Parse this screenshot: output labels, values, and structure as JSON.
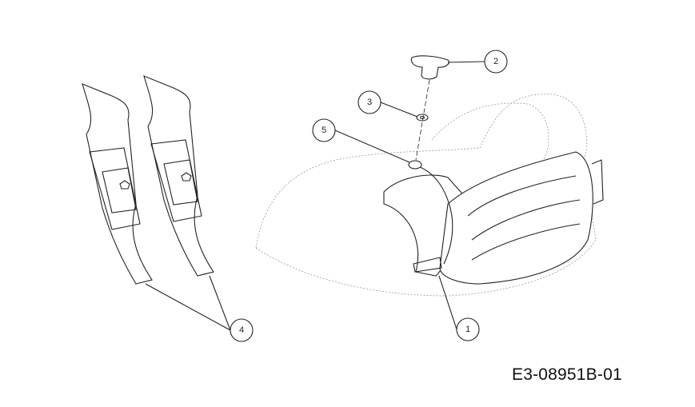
{
  "diagram": {
    "drawing_number": "E3-08951B-01",
    "callouts": [
      {
        "id": "1",
        "label": "1"
      },
      {
        "id": "2",
        "label": "2"
      },
      {
        "id": "3",
        "label": "3"
      },
      {
        "id": "4",
        "label": "4"
      },
      {
        "id": "5",
        "label": "5"
      }
    ]
  }
}
